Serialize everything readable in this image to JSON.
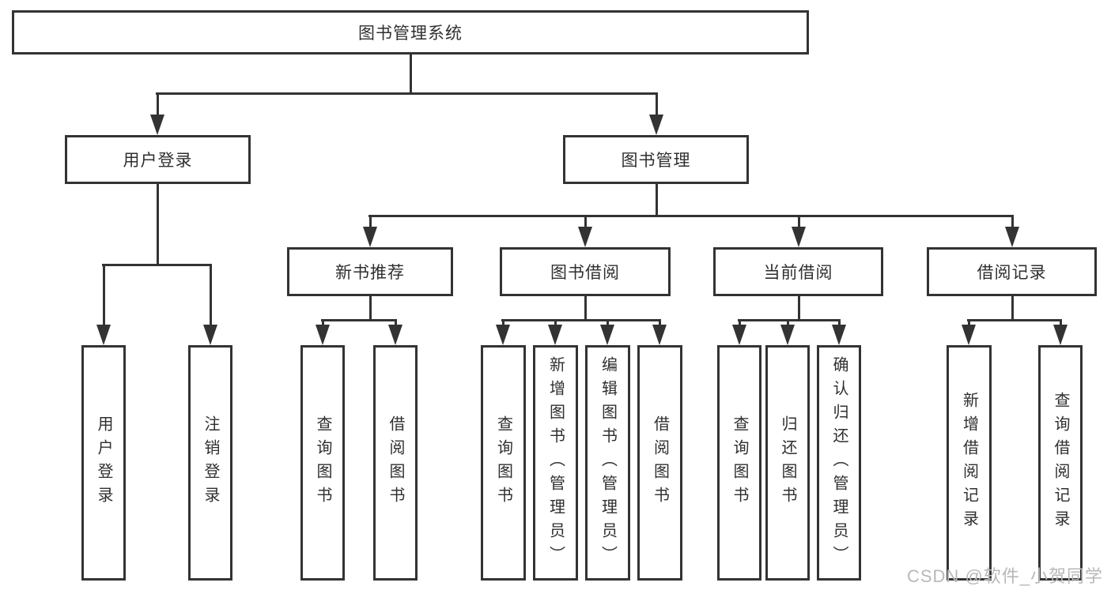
{
  "tree": {
    "label": "图书管理系统",
    "children": [
      {
        "label": "用户登录",
        "children": [
          {
            "label": "用户登录"
          },
          {
            "label": "注销登录"
          }
        ]
      },
      {
        "label": "图书管理",
        "children": [
          {
            "label": "新书推荐",
            "children": [
              {
                "label": "查询图书"
              },
              {
                "label": "借阅图书"
              }
            ]
          },
          {
            "label": "图书借阅",
            "children": [
              {
                "label": "查询图书"
              },
              {
                "label": "新增图书（管理员）"
              },
              {
                "label": "编辑图书（管理员）"
              },
              {
                "label": "借阅图书"
              }
            ]
          },
          {
            "label": "当前借阅",
            "children": [
              {
                "label": "查询图书"
              },
              {
                "label": "归还图书"
              },
              {
                "label": "确认归还（管理员）"
              }
            ]
          },
          {
            "label": "借阅记录",
            "children": [
              {
                "label": "新增借阅记录"
              },
              {
                "label": "查询借阅记录"
              }
            ]
          }
        ]
      }
    ]
  },
  "watermark": {
    "text": "CSDN @软件_小贺同学"
  },
  "colors": {
    "line": "#333333",
    "text": "#2f2f2f",
    "background": "#ffffff",
    "watermark": "#b8b8b8"
  }
}
